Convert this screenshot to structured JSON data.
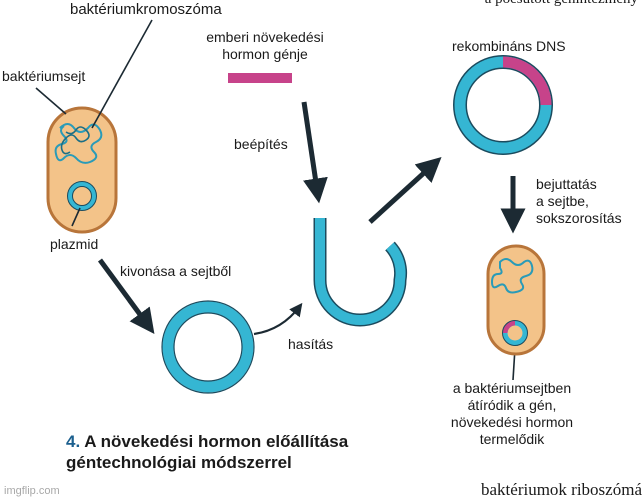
{
  "labels": {
    "bacterial_chromosome": "baktériumkromoszóma",
    "bacterial_cell": "baktériumsejt",
    "plasmid": "plazmid",
    "extraction": "kivonása a sejtből",
    "human_gene_line1": "emberi növekedési",
    "human_gene_line2": "hormon génje",
    "insertion": "beépítés",
    "cutting": "hasítás",
    "recombinant_dna": "rekombináns DNS",
    "introduction_line1": "bejuttatás",
    "introduction_line2": "a sejtbe,",
    "introduction_line3": "sokszorosítás",
    "result_line1": "a baktériumsejtben",
    "result_line2": "átíródik a gén,",
    "result_line3": "növekedési hormon",
    "result_line4": "termelődik"
  },
  "caption": {
    "number": "4.",
    "line1": "A növekedési hormon előállítása",
    "line2": "géntechnológiai módszerrel"
  },
  "page_fragments": {
    "top_right": "a poësütött génintézmény",
    "bottom_right": "baktériumok riboszómá"
  },
  "watermark": "imgflip.com",
  "colors": {
    "dna_blue": "#35b6d3",
    "dna_outline": "#1b4b5e",
    "cell_fill": "#f3c389",
    "cell_outline": "#b8753a",
    "gene_magenta": "#c7438a",
    "arrow": "#1c2a33"
  }
}
